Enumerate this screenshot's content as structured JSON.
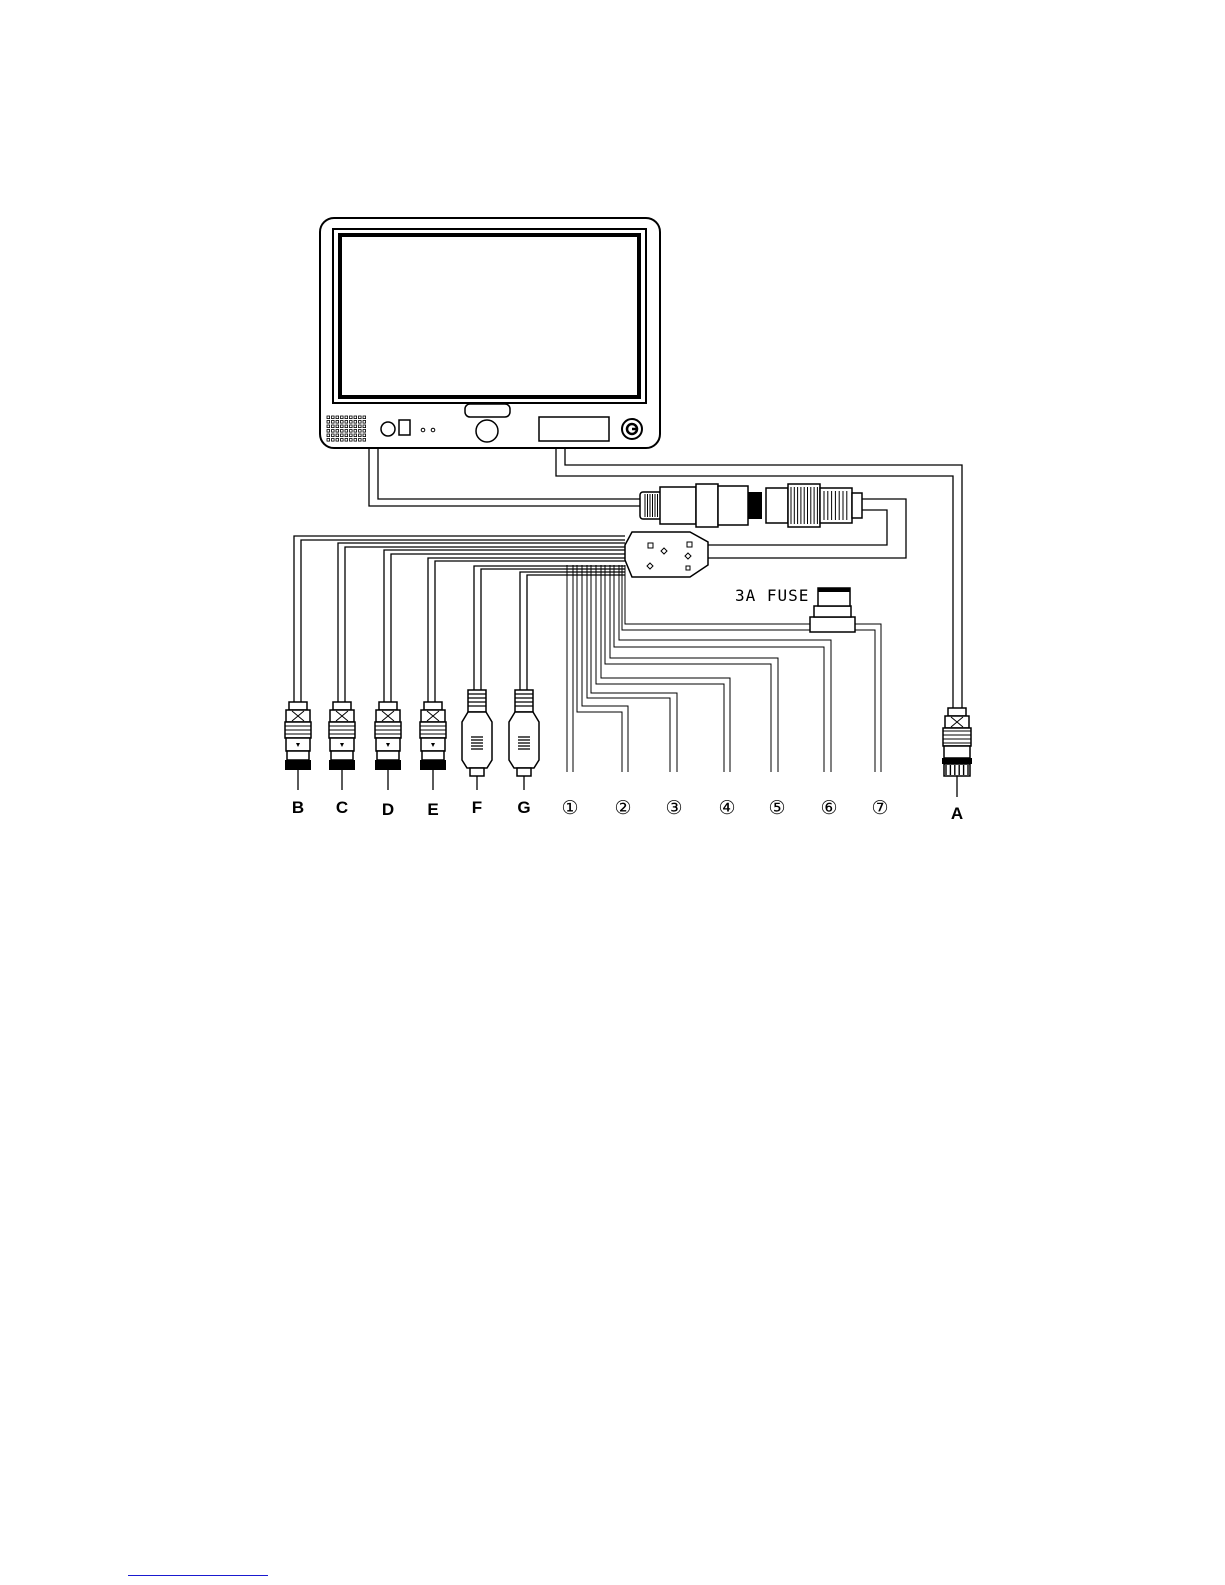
{
  "connectors": {
    "bnc": [
      {
        "id": "B",
        "label": "B"
      },
      {
        "id": "C",
        "label": "C"
      },
      {
        "id": "D",
        "label": "D"
      },
      {
        "id": "E",
        "label": "E"
      }
    ],
    "rca": [
      {
        "id": "F",
        "label": "F"
      },
      {
        "id": "G",
        "label": "G"
      }
    ],
    "camera_a": {
      "id": "A",
      "label": "A"
    }
  },
  "wires": [
    {
      "id": "1",
      "label": "①"
    },
    {
      "id": "2",
      "label": "②"
    },
    {
      "id": "3",
      "label": "③"
    },
    {
      "id": "4",
      "label": "④"
    },
    {
      "id": "5",
      "label": "⑤"
    },
    {
      "id": "6",
      "label": "⑥"
    },
    {
      "id": "7",
      "label": "⑦"
    }
  ],
  "fuse": {
    "label": "3A FUSE"
  }
}
